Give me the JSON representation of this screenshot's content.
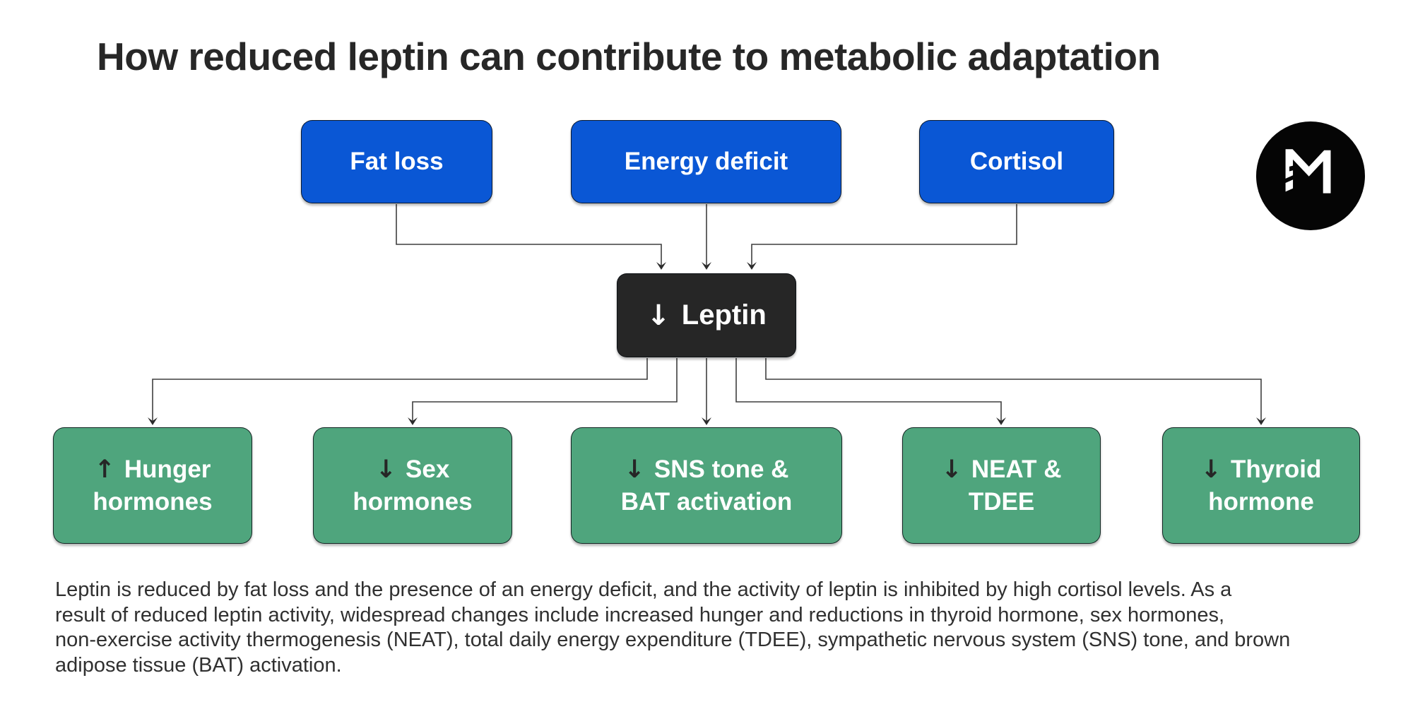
{
  "title": "How reduced leptin can contribute to metabolic adaptation",
  "colors": {
    "blue": "#0A57D5",
    "green": "#4FA57D",
    "dark": "#262626"
  },
  "logo": {
    "icon": "macrofactor-m-monogram-logo"
  },
  "causes": [
    {
      "label": "Fat loss"
    },
    {
      "label": "Energy deficit"
    },
    {
      "label": "Cortisol"
    }
  ],
  "mediator": {
    "arrow": "↓",
    "label": "Leptin"
  },
  "effects": [
    {
      "arrow": "↑",
      "line1": "Hunger",
      "line2": "hormones"
    },
    {
      "arrow": "↓",
      "line1": "Sex",
      "line2": "hormones"
    },
    {
      "arrow": "↓",
      "line1": "SNS tone &",
      "line2": "BAT activation"
    },
    {
      "arrow": "↓",
      "line1": "NEAT &",
      "line2": "TDEE"
    },
    {
      "arrow": "↓",
      "line1": "Thyroid",
      "line2": "hormone"
    }
  ],
  "caption_lines": [
    "Leptin is reduced by fat loss and the presence of an energy deficit, and the activity of leptin is inhibited by high cortisol levels. As a",
    "result of reduced leptin activity, widespread changes include increased hunger and reductions in thyroid hormone, sex hormones,",
    "non-exercise activity thermogenesis (NEAT), total daily energy expenditure (TDEE), sympathetic nervous system (SNS) tone, and brown",
    "adipose tissue (BAT) activation."
  ]
}
